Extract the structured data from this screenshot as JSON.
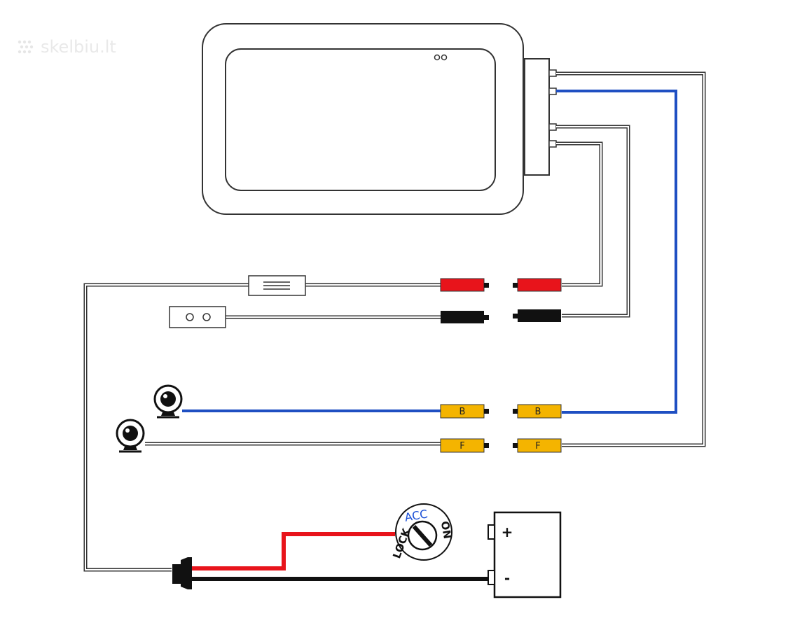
{
  "watermark": {
    "text": "skelbiu.lt"
  },
  "connectors": {
    "rear_left": "B",
    "rear_right": "B",
    "front_left": "F",
    "front_right": "F"
  },
  "ignition_switch": {
    "lock": "LOCK",
    "acc": "ACC",
    "on": "ON"
  },
  "battery": {
    "plus": "+",
    "minus": "-"
  },
  "colors": {
    "power_red": "#e8141b",
    "ground_black": "#111111",
    "video_blue": "#1f4fc2",
    "connector_yellow": "#f4b400"
  }
}
